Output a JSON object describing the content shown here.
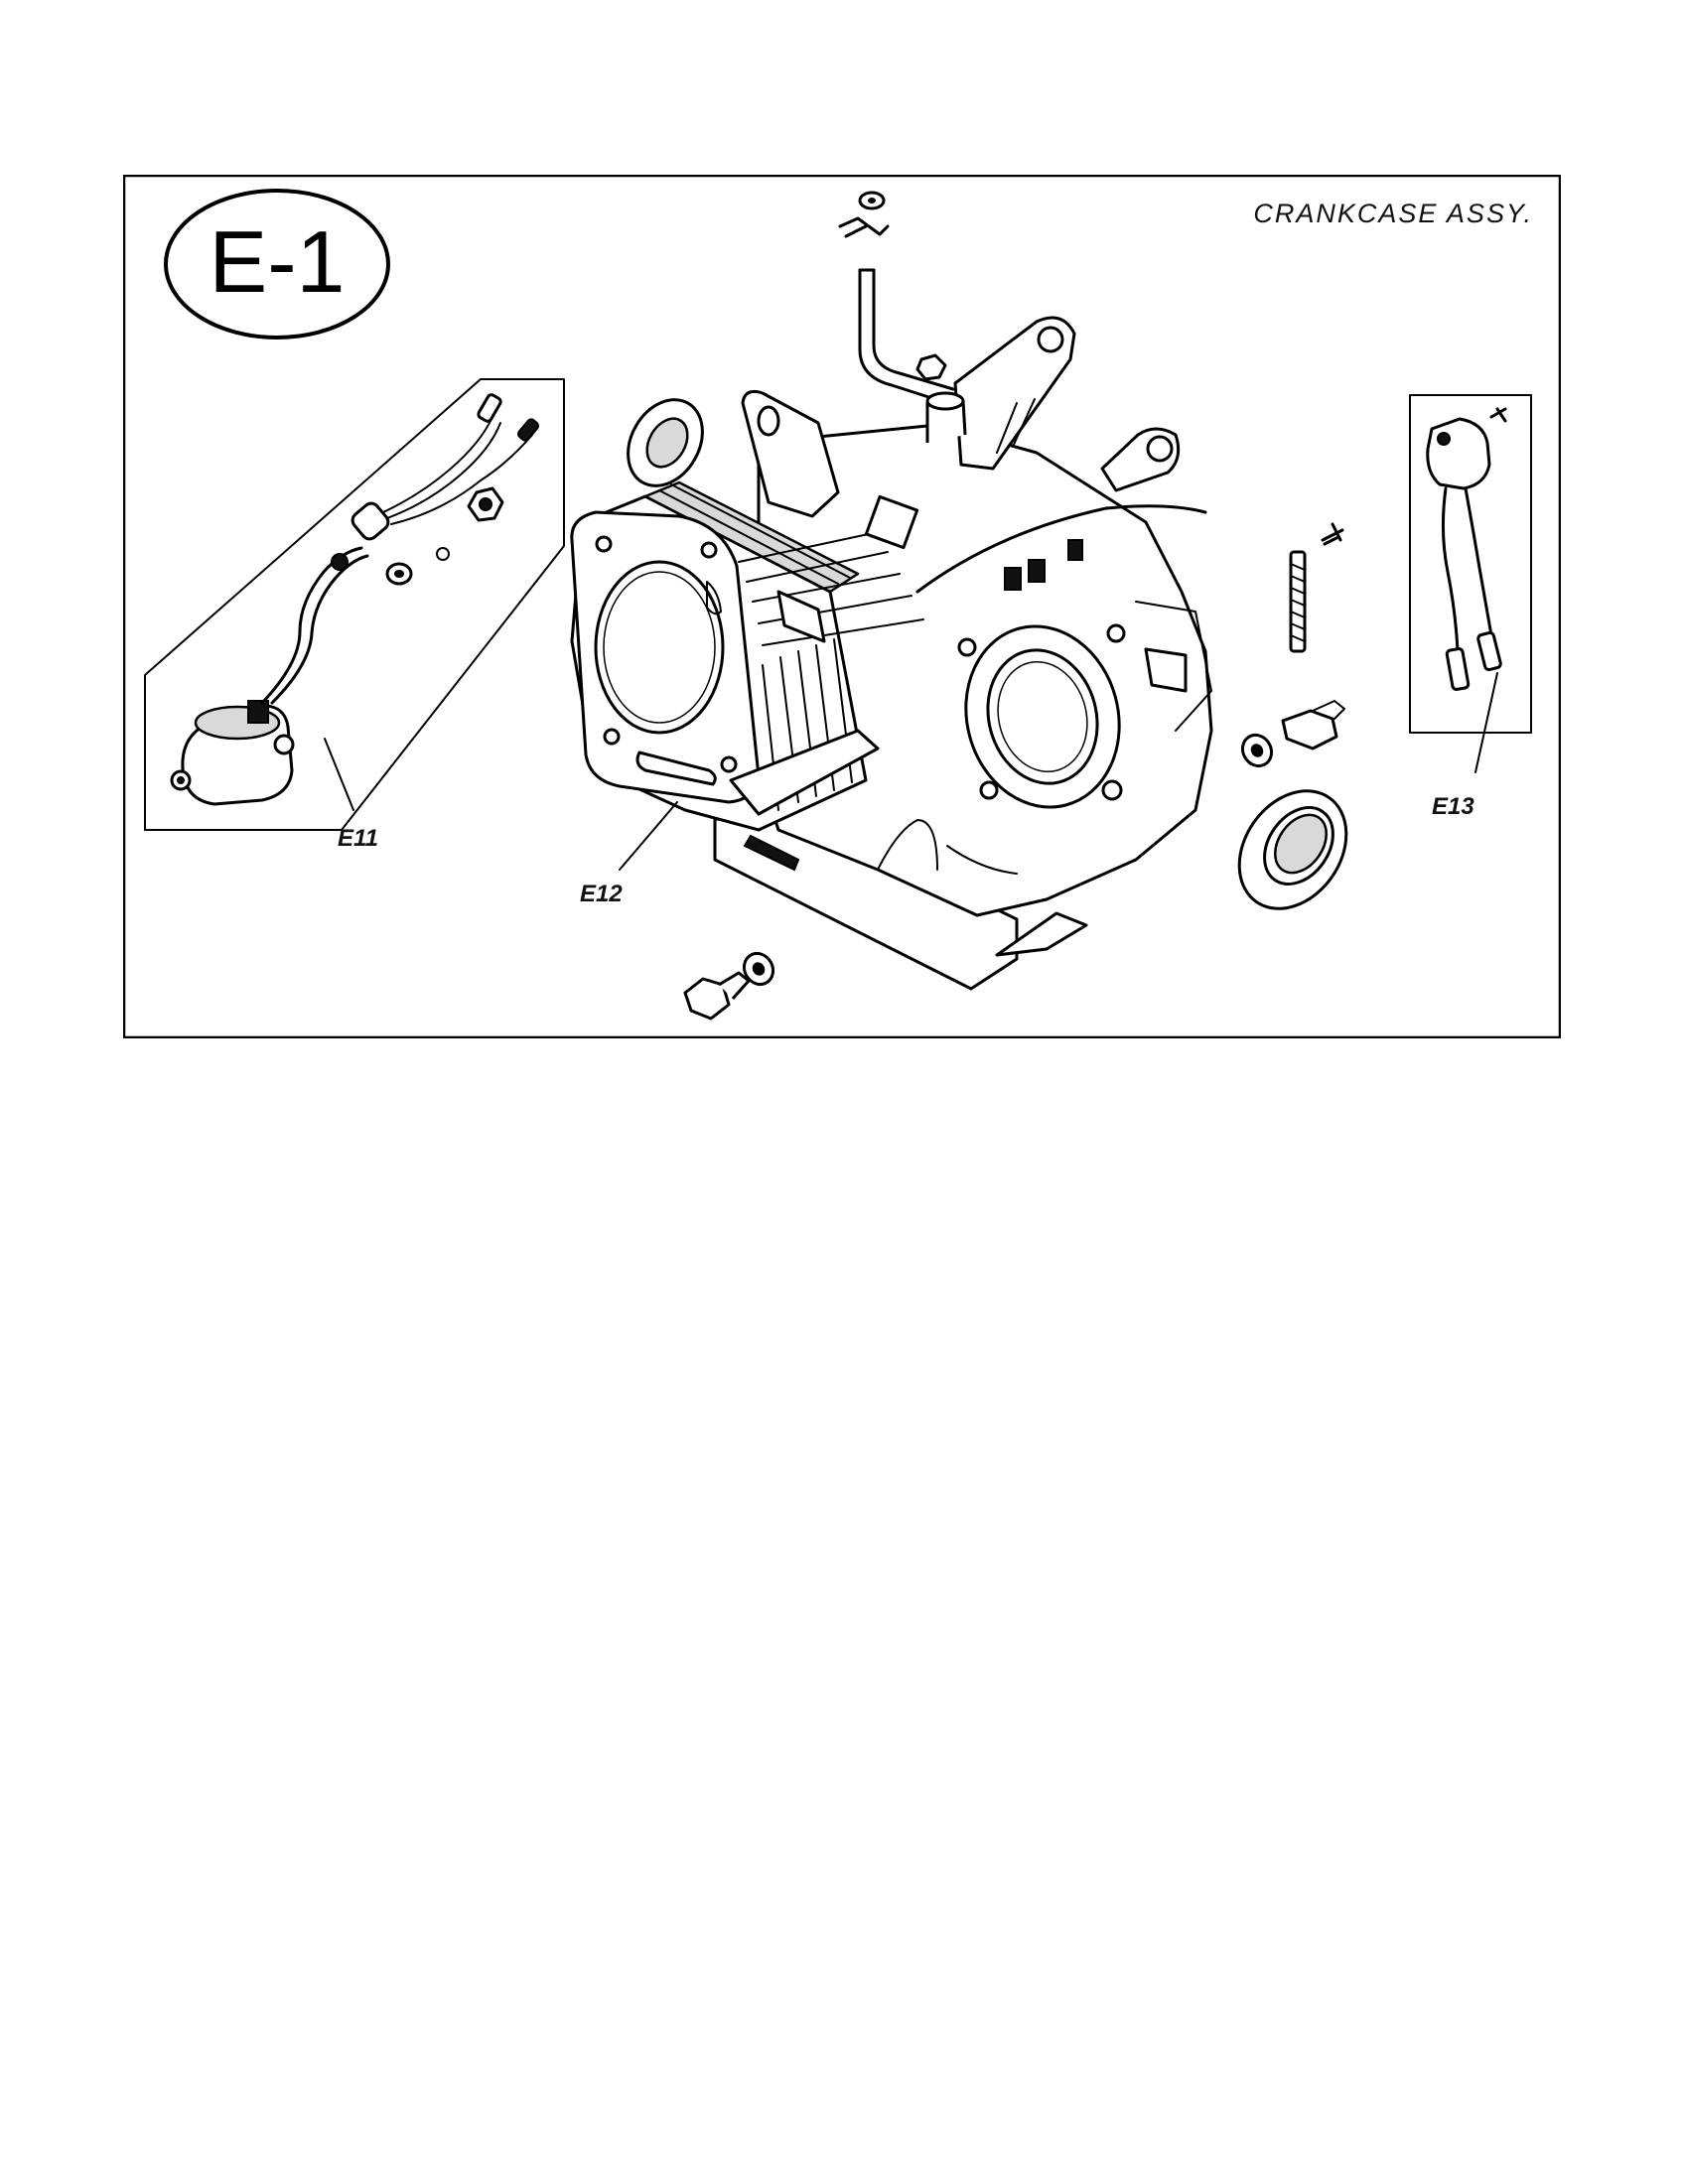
{
  "figure": {
    "badge": "E-1",
    "title": "CRANKCASE ASSY.",
    "callouts": [
      {
        "id": "e11",
        "label": "E11",
        "part": "ignition-coil"
      },
      {
        "id": "e12",
        "label": "E12",
        "part": "crankcase"
      },
      {
        "id": "e13",
        "label": "E13",
        "part": "spark-plug-wire"
      }
    ]
  }
}
